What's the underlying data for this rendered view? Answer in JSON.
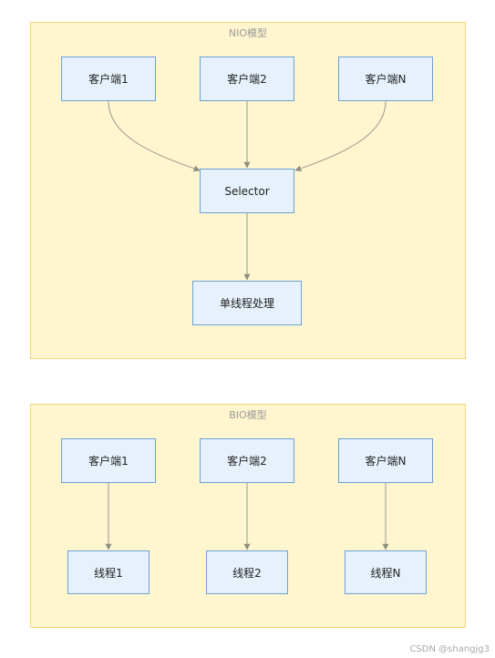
{
  "nio_group": {
    "title": "NIO模型",
    "clients": [
      "客户端1",
      "客户端2",
      "客户端N"
    ],
    "selector": "Selector",
    "handler": "单线程处理"
  },
  "bio_group": {
    "title": "BIO模型",
    "clients": [
      "客户端1",
      "客户端2",
      "客户端N"
    ],
    "threads": [
      "线程1",
      "线程2",
      "线程N"
    ]
  },
  "watermark": "CSDN @shangjg3",
  "colors": {
    "group_fill": "#fff5cf",
    "group_border": "#f2d57a",
    "node_fill": "#e6f1fb",
    "node_border": "#6aa2d6",
    "edge": "#9a9a8a"
  }
}
